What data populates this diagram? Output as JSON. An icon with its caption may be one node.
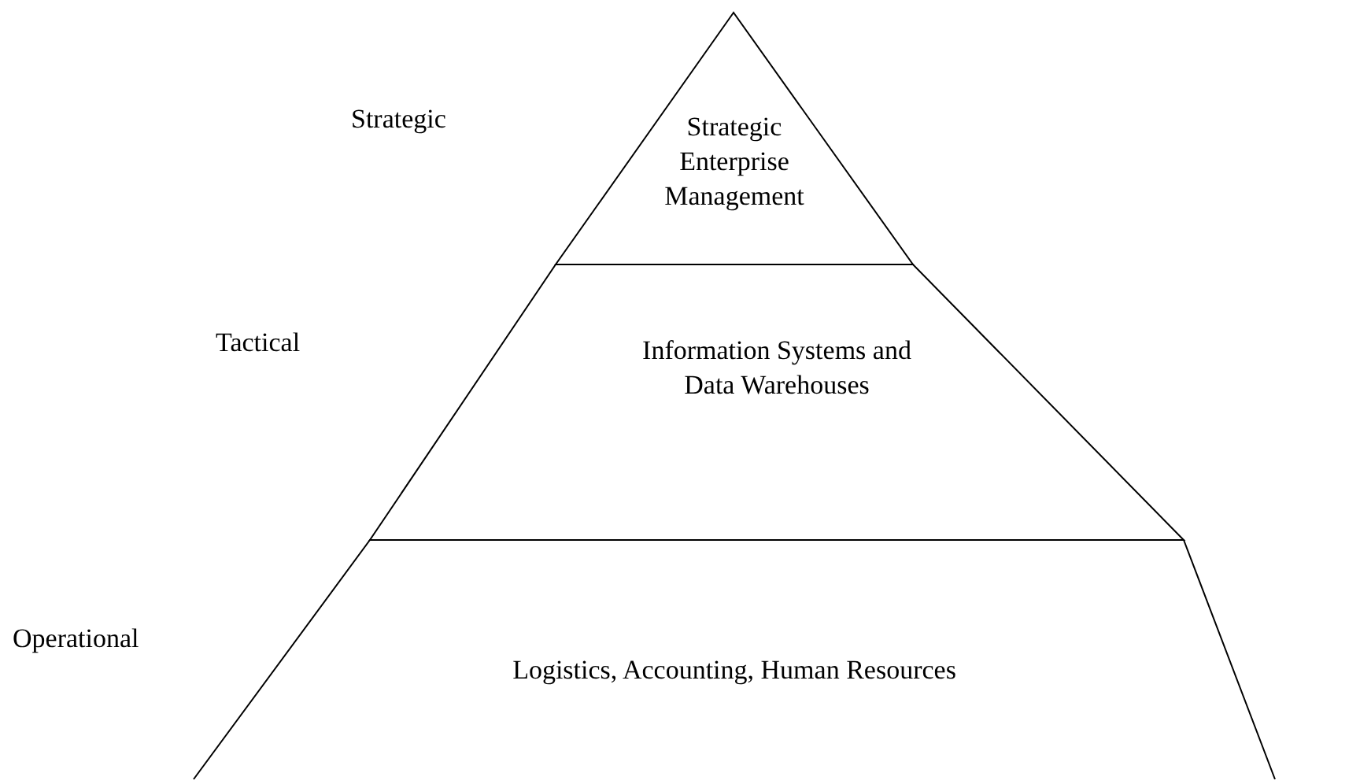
{
  "diagram": {
    "nodes": [
      {
        "text": [
          "Strategic Enterprise Management"
        ]
      },
      {
        "text": [
          "Information Systems and Data Warehouses"
        ]
      },
      {
        "text": [
          "Logistics, Accounting, Human Resources"
        ]
      }
    ],
    "labels": [
      "Strategic",
      "Tactical",
      "Operational"
    ]
  }
}
